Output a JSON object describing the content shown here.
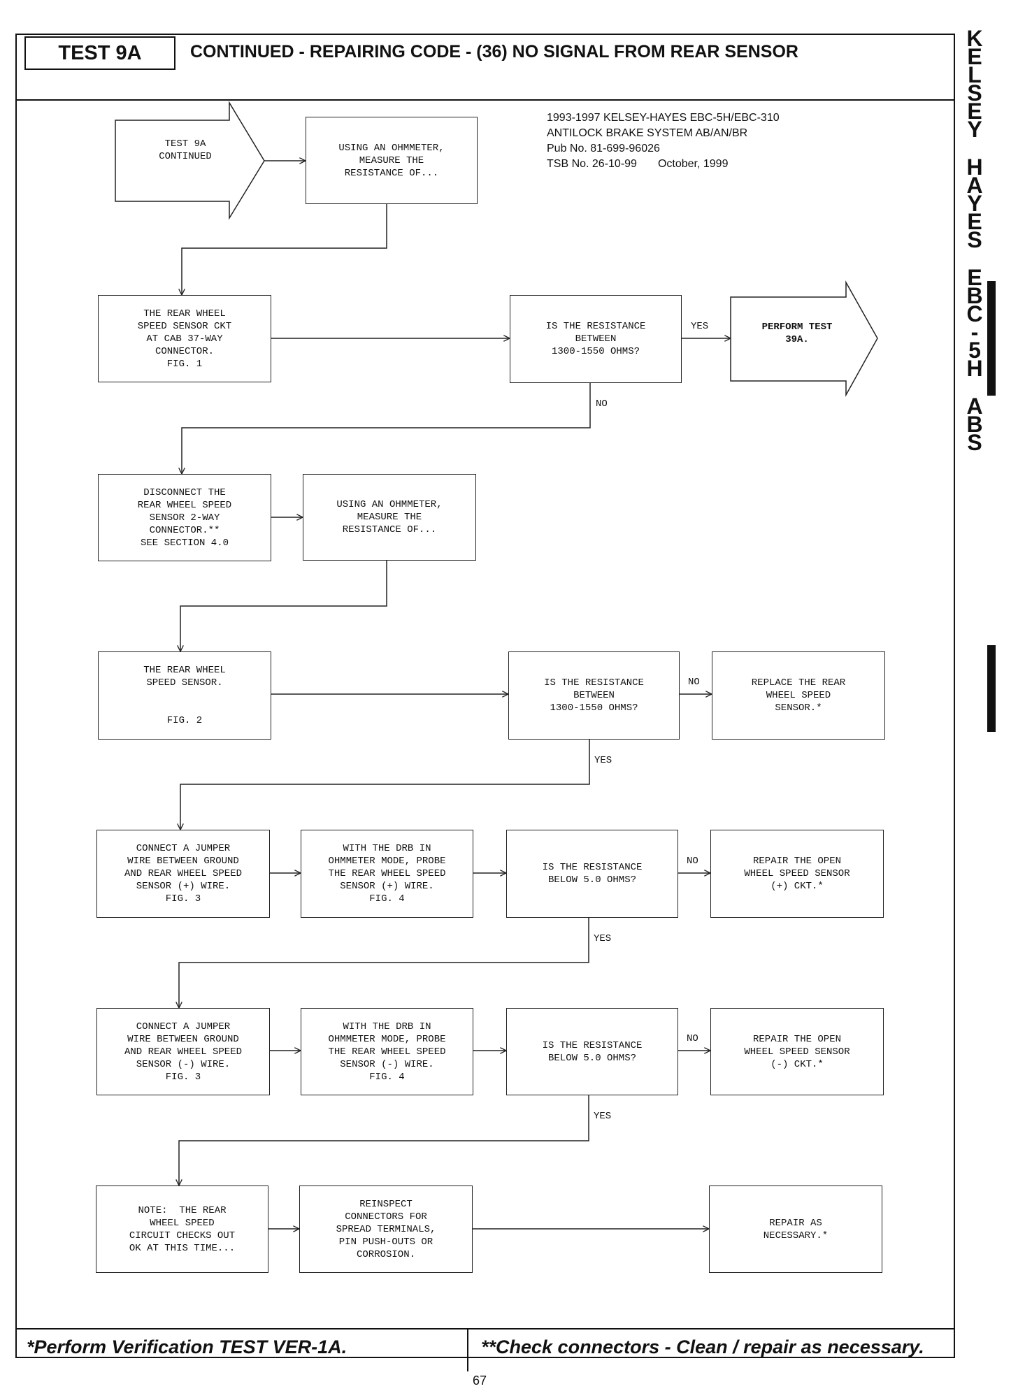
{
  "header": {
    "test_id": "TEST 9A",
    "title": "CONTINUED - REPAIRING CODE - (36) NO SIGNAL FROM REAR SENSOR"
  },
  "publication": {
    "line1": "1993-1997 KELSEY-HAYES EBC-5H/EBC-310",
    "line2": "ANTILOCK BRAKE SYSTEM AB/AN/BR",
    "line3": "Pub No. 81-699-96026",
    "tsb": "TSB No. 26-10-99",
    "date": "October, 1999"
  },
  "side_label": {
    "words": [
      "KELSEY",
      "HAYES",
      "EBC-5H",
      "ABS"
    ]
  },
  "flow": {
    "start": [
      "TEST 9A",
      "CONTINUED"
    ],
    "measure1": [
      "USING AN OHMMETER,",
      "MEASURE THE",
      "RESISTANCE OF..."
    ],
    "cab_ckt": [
      "THE REAR WHEEL",
      "SPEED SENSOR CKT",
      "AT CAB 37-WAY",
      "CONNECTOR.",
      "FIG. 1"
    ],
    "q1": [
      "IS THE RESISTANCE",
      "BETWEEN",
      "1300-1550 OHMS?"
    ],
    "perform39": [
      "PERFORM TEST",
      "39A."
    ],
    "disconnect": [
      "DISCONNECT THE",
      "REAR WHEEL SPEED",
      "SENSOR 2-WAY",
      "CONNECTOR.**",
      "SEE SECTION 4.0"
    ],
    "measure2": [
      "USING AN OHMMETER,",
      "MEASURE THE",
      "RESISTANCE OF..."
    ],
    "sensor": [
      "THE REAR WHEEL",
      "SPEED SENSOR.",
      "",
      "",
      "FIG. 2"
    ],
    "q2": [
      "IS THE RESISTANCE",
      "BETWEEN",
      "1300-1550 OHMS?"
    ],
    "replace": [
      "REPLACE THE REAR",
      "WHEEL SPEED",
      "SENSOR.*"
    ],
    "jumper_pos": [
      "CONNECT A JUMPER",
      "WIRE BETWEEN GROUND",
      "AND REAR WHEEL SPEED",
      "SENSOR (+) WIRE.",
      "FIG. 3"
    ],
    "probe_pos": [
      "WITH THE DRB IN",
      "OHMMETER MODE, PROBE",
      "THE REAR WHEEL SPEED",
      "SENSOR (+) WIRE.",
      "FIG. 4"
    ],
    "q3": [
      "IS THE RESISTANCE",
      "BELOW 5.0 OHMS?"
    ],
    "repair_pos": [
      "REPAIR THE OPEN",
      "WHEEL SPEED SENSOR",
      "(+) CKT.*"
    ],
    "jumper_neg": [
      "CONNECT A JUMPER",
      "WIRE BETWEEN GROUND",
      "AND REAR WHEEL SPEED",
      "SENSOR (-) WIRE.",
      "FIG. 3"
    ],
    "probe_neg": [
      "WITH THE DRB IN",
      "OHMMETER MODE, PROBE",
      "THE REAR WHEEL SPEED",
      "SENSOR (-) WIRE.",
      "FIG. 4"
    ],
    "q4": [
      "IS THE RESISTANCE",
      "BELOW 5.0 OHMS?"
    ],
    "repair_neg": [
      "REPAIR THE OPEN",
      "WHEEL SPEED SENSOR",
      "(-) CKT.*"
    ],
    "note": [
      "NOTE:  THE REAR",
      "WHEEL SPEED",
      "CIRCUIT CHECKS OUT",
      "OK AT THIS TIME..."
    ],
    "reinspect": [
      "REINSPECT",
      "CONNECTORS FOR",
      "SPREAD TERMINALS,",
      "PIN PUSH-OUTS OR",
      "CORROSION."
    ],
    "repair_nec": [
      "REPAIR AS",
      "NECESSARY.*"
    ]
  },
  "labels": {
    "yes": "YES",
    "no": "NO"
  },
  "footer": {
    "left": "*Perform Verification TEST VER-1A.",
    "right": "**Check connectors - Clean / repair as necessary.",
    "page": "67"
  }
}
